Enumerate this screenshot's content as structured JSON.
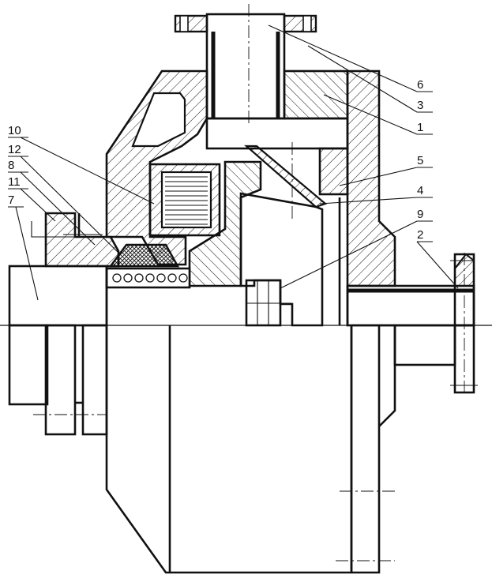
{
  "callouts": [
    {
      "id": "6",
      "text": "6"
    },
    {
      "id": "3",
      "text": "3"
    },
    {
      "id": "1",
      "text": "1"
    },
    {
      "id": "5",
      "text": "5"
    },
    {
      "id": "4",
      "text": "4"
    },
    {
      "id": "9",
      "text": "9"
    },
    {
      "id": "2",
      "text": "2"
    },
    {
      "id": "10",
      "text": "10"
    },
    {
      "id": "12",
      "text": "12"
    },
    {
      "id": "8",
      "text": "8"
    },
    {
      "id": "11",
      "text": "11"
    },
    {
      "id": "7",
      "text": "7"
    }
  ],
  "colors": {
    "ink": "#111111",
    "paper": "#ffffff"
  }
}
